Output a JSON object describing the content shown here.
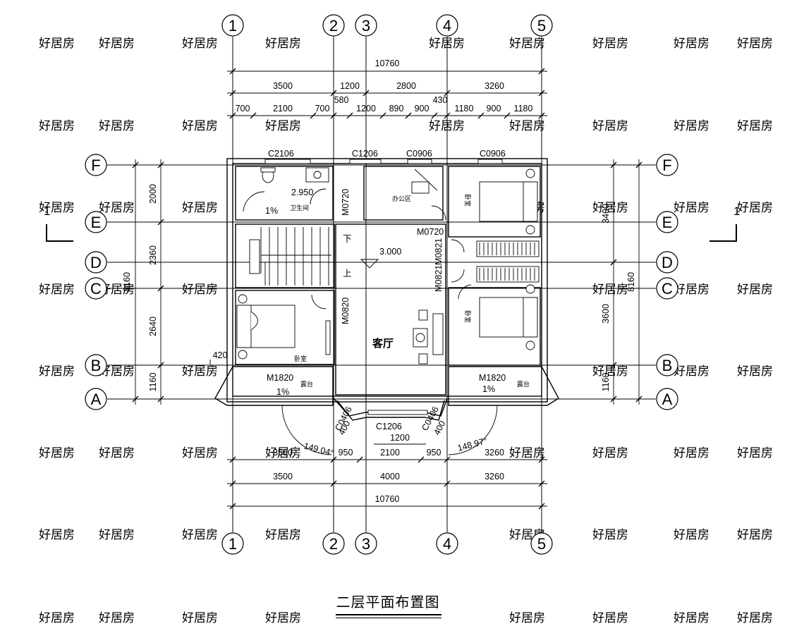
{
  "watermark": {
    "text": "好居房"
  },
  "axes": {
    "columns": [
      "1",
      "2",
      "3",
      "4",
      "5"
    ],
    "rows": [
      "F",
      "E",
      "D",
      "C",
      "B",
      "A"
    ]
  },
  "section_marks": {
    "left": "1",
    "right": "1"
  },
  "dims": {
    "top_total": "10760",
    "top_mid": [
      "3500",
      "1200",
      "2800",
      "3260"
    ],
    "top_detail": [
      "700",
      "2100",
      "700",
      "580",
      "1200",
      "890",
      "900",
      "430",
      "1180",
      "900",
      "1180"
    ],
    "bottom_1": [
      "3500",
      "950",
      "2100",
      "950",
      "3260"
    ],
    "bottom_1200": "1200",
    "bottom_2": [
      "3500",
      "4000",
      "3260"
    ],
    "bottom_total": "10760",
    "left_vert": [
      "2000",
      "2360",
      "2640",
      "1160"
    ],
    "left_total": "8160",
    "right_vert": [
      "3400",
      "3600",
      "1160"
    ],
    "right_total": "8160",
    "left_420": "420"
  },
  "openings": {
    "c2106": "C2106",
    "c1206_top": "C1206",
    "c0906_a": "C0906",
    "c0906_b": "C0906",
    "m0720_a": "M0720",
    "m0720_b": "M0720",
    "m0821_a": "M0821",
    "m0821_b": "M0821",
    "m0820": "M0820",
    "m1820_left": "M1820",
    "m1820_right": "M1820",
    "c0406_left": "C0406",
    "c0406_right": "C0406",
    "c1206_bottom": "C1206",
    "d400_left": "400",
    "d400_right": "400"
  },
  "levels": {
    "bath": "2.950",
    "hall": "3.000"
  },
  "slopes": {
    "bath": "1%",
    "balcony_left": "1%",
    "balcony_right": "1%"
  },
  "angles": {
    "left": "149.04°",
    "right": "148.97°"
  },
  "rooms": {
    "living": "客厅",
    "bedroom": "卧室",
    "bath": "卫生间",
    "study": "办公区",
    "balcony": "露台"
  },
  "stairs": {
    "down": "下",
    "up": "上"
  },
  "drawing_title": "二层平面布置图"
}
